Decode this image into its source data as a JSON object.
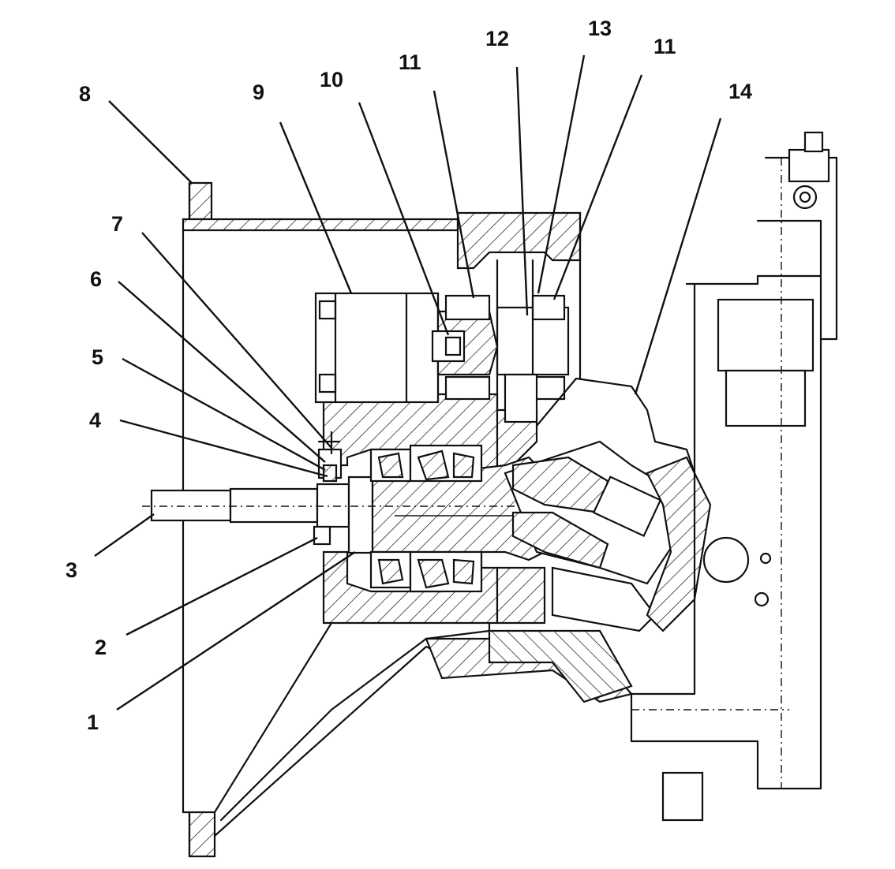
{
  "diagram": {
    "callouts": [
      {
        "id": "c1",
        "label": "1"
      },
      {
        "id": "c2",
        "label": "2"
      },
      {
        "id": "c3",
        "label": "3"
      },
      {
        "id": "c4",
        "label": "4"
      },
      {
        "id": "c5",
        "label": "5"
      },
      {
        "id": "c6",
        "label": "6"
      },
      {
        "id": "c7",
        "label": "7"
      },
      {
        "id": "c8",
        "label": "8"
      },
      {
        "id": "c9",
        "label": "9"
      },
      {
        "id": "c10",
        "label": "10"
      },
      {
        "id": "c11a",
        "label": "11"
      },
      {
        "id": "c12",
        "label": "12"
      },
      {
        "id": "c13",
        "label": "13"
      },
      {
        "id": "c11b",
        "label": "11"
      },
      {
        "id": "c14",
        "label": "14"
      }
    ],
    "colors": {
      "ink": "#111111",
      "paper": "#ffffff"
    }
  }
}
